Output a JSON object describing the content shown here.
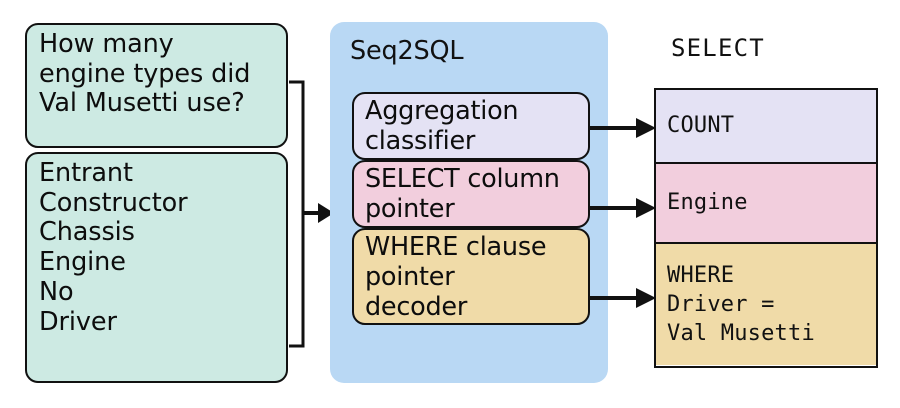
{
  "diagram": {
    "title_visible": false
  },
  "input": {
    "question_box": {
      "lines": [
        "How many",
        "engine types did",
        "Val Musetti use?"
      ]
    },
    "columns_box": {
      "lines": [
        "Entrant",
        "Constructor",
        "Chassis",
        "Engine",
        "No",
        "Driver"
      ]
    }
  },
  "model": {
    "panel_label": "Seq2SQL",
    "modules": [
      {
        "name": "aggregation-classifier",
        "lines": [
          "Aggregation",
          "classifier"
        ],
        "color": "#e4e2f4"
      },
      {
        "name": "select-column-pointer",
        "lines": [
          "SELECT column",
          "pointer"
        ],
        "color": "#f2cedd"
      },
      {
        "name": "where-clause-pointer-decoder",
        "lines": [
          "WHERE clause",
          "pointer",
          "decoder"
        ],
        "color": "#f0dba8"
      }
    ]
  },
  "output": {
    "header": "SELECT",
    "cells": [
      {
        "name": "aggregation-output",
        "lines": [
          "COUNT"
        ],
        "color": "#e4e2f4"
      },
      {
        "name": "select-column-output",
        "lines": [
          "Engine"
        ],
        "color": "#f2cedd"
      },
      {
        "name": "where-clause-output",
        "lines": [
          "WHERE",
          "Driver =",
          "Val Musetti"
        ],
        "color": "#f0dba8"
      }
    ]
  },
  "colors": {
    "input_mint": "#cdeae3",
    "panel_blue": "#b9d8f4",
    "lavender": "#e4e2f4",
    "pink": "#f2cedd",
    "tan": "#f0dba8",
    "stroke": "#111111"
  }
}
